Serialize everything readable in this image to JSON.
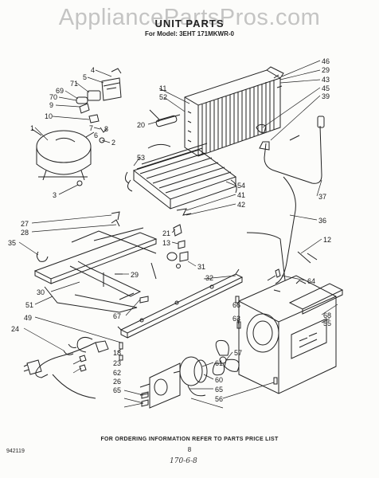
{
  "watermark": "AppliancePartsPros.com",
  "header": {
    "title": "UNIT PARTS",
    "model_line": "For Model: 3EHT 171MKWR-0"
  },
  "footer": {
    "ordering_note": "FOR ORDERING INFORMATION REFER TO PARTS PRICE LIST",
    "page_number": "8",
    "reference_id": "942119",
    "handwritten_note": "170-6-8"
  },
  "callouts": {
    "c46": "46",
    "c29a": "29",
    "c43": "43",
    "c45": "45",
    "c39": "39",
    "c11": "11",
    "c52": "52",
    "c20": "20",
    "c4": "4",
    "c5": "5",
    "c71": "71",
    "c69": "69",
    "c70": "70",
    "c9": "9",
    "c10": "10",
    "c7": "7",
    "c6": "6",
    "c1": "1",
    "c2": "2",
    "c3": "3",
    "c8": "8",
    "c53": "53",
    "c54": "54",
    "c41": "41",
    "c42": "42",
    "c37": "37",
    "c36": "36",
    "c27": "27",
    "c28": "28",
    "c35": "35",
    "c21": "21",
    "c13": "13",
    "c12": "12",
    "c31": "31",
    "c29b": "29",
    "c32": "32",
    "c64": "64",
    "c30": "30",
    "c51": "51",
    "c66": "66",
    "c68": "68",
    "c55": "55",
    "c49": "49",
    "c67": "67",
    "c63": "63",
    "c24": "24",
    "c57": "57",
    "c18": "18",
    "c23": "23",
    "c61": "61",
    "c62": "62",
    "c60": "60",
    "c26": "26",
    "c65a": "65",
    "c65b": "65",
    "c56": "56"
  }
}
